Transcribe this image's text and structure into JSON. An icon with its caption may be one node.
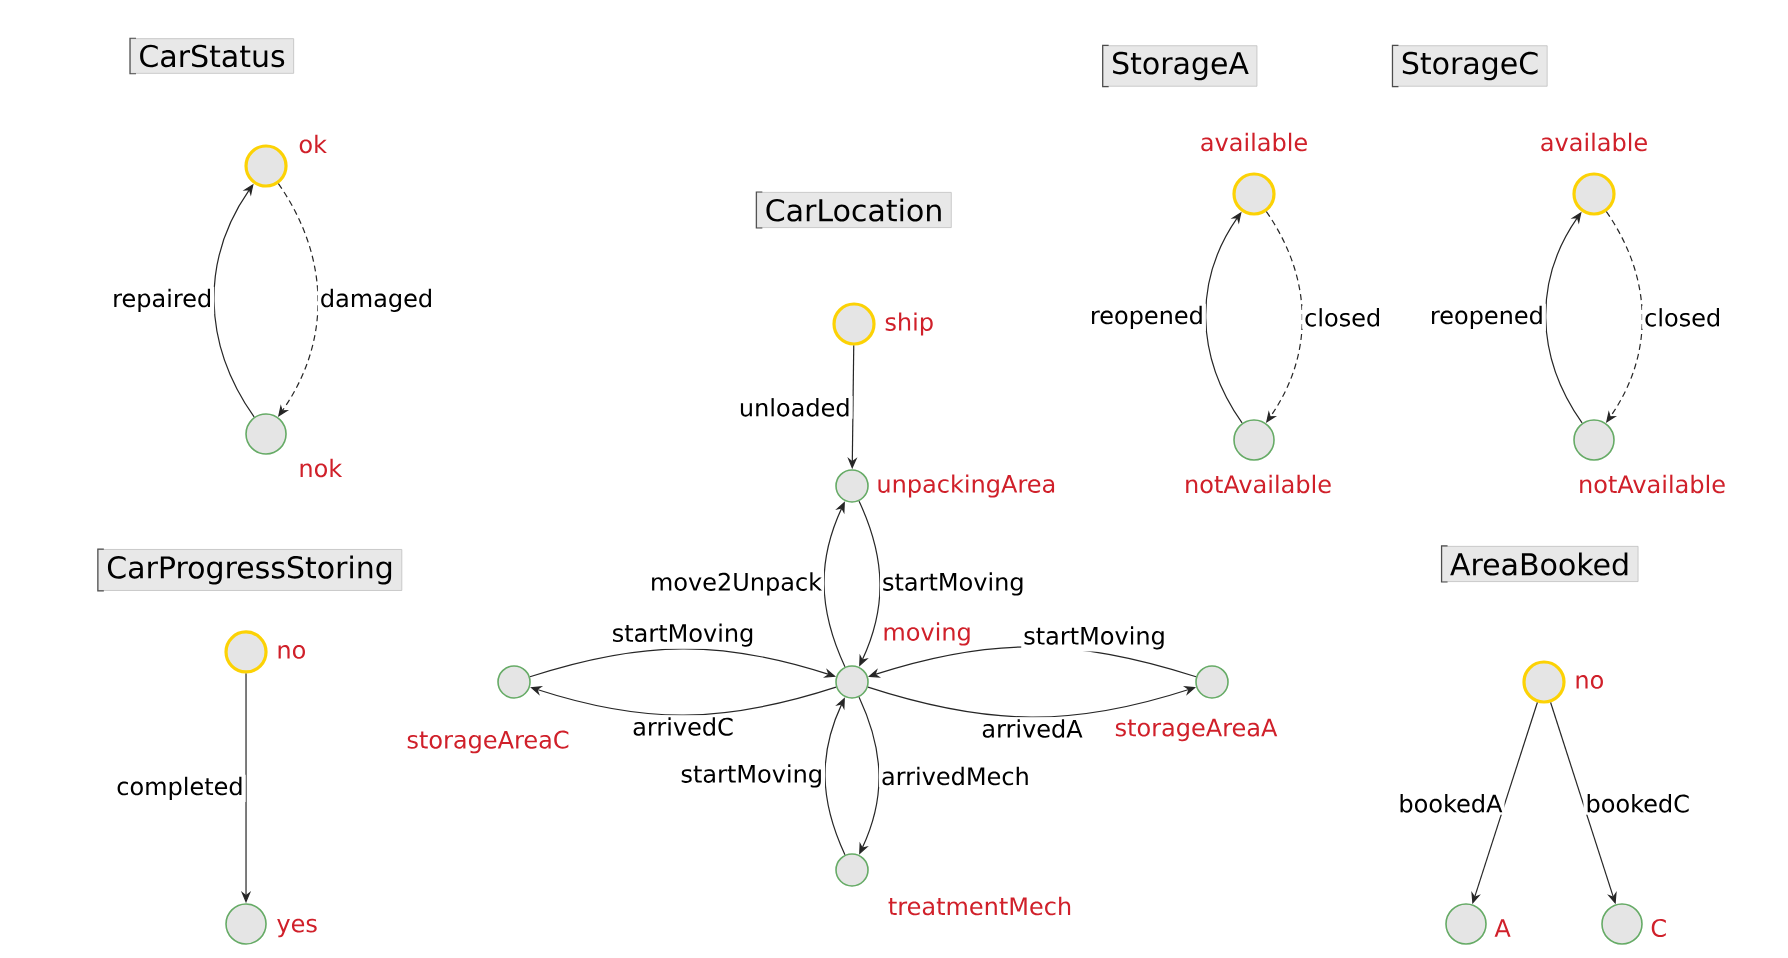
{
  "diagram": {
    "nodes": [
      {
        "text": [
          "CarStatus"
        ]
      },
      {
        "text": [],
        "shape": "circle",
        "beside": [
          "ok"
        ]
      },
      {
        "text": [],
        "shape": "circle",
        "beside": [
          "nok"
        ]
      },
      {
        "text": [
          "StorageA"
        ]
      },
      {
        "text": [
          "StorageC"
        ]
      },
      {
        "text": [
          "CarLocation"
        ]
      },
      {
        "text": [],
        "shape": "circle",
        "beside": [
          "ship"
        ]
      },
      {
        "text": [],
        "shape": "circle",
        "beside": [
          "available"
        ]
      },
      {
        "text": [],
        "shape": "circle",
        "beside": [
          "available"
        ]
      },
      {
        "text": [],
        "shape": "circle",
        "beside": [
          "unpackingArea"
        ]
      },
      {
        "text": [],
        "shape": "circle",
        "beside": [
          "notAvailable"
        ]
      },
      {
        "text": [],
        "shape": "circle",
        "beside": [
          "notAvailable"
        ]
      },
      {
        "text": [
          "CarProgressStoring"
        ]
      },
      {
        "text": [
          "AreaBooked"
        ]
      },
      {
        "text": [],
        "shape": "circle",
        "beside": [
          "no"
        ]
      },
      {
        "text": [],
        "shape": "circle",
        "beside": [
          "moving"
        ]
      },
      {
        "text": [],
        "shape": "circle",
        "beside": [
          "storageAreaC"
        ]
      },
      {
        "text": [],
        "shape": "circle",
        "beside": [
          "storageAreaA"
        ]
      },
      {
        "text": [],
        "shape": "circle",
        "beside": [
          "no"
        ]
      },
      {
        "text": [],
        "shape": "circle",
        "beside": [
          "treatmentMech"
        ]
      },
      {
        "text": [],
        "shape": "circle",
        "beside": [
          "yes"
        ]
      },
      {
        "text": [],
        "shape": "circle",
        "beside": [
          "A"
        ]
      },
      {
        "text": [],
        "shape": "circle",
        "beside": [
          "C"
        ]
      }
    ],
    "edges": [
      {
        "from": 1,
        "to": 2,
        "arrow": "to",
        "label": "damaged",
        "style": "dashed"
      },
      {
        "from": 2,
        "to": 1,
        "arrow": "to",
        "label": "repaired"
      },
      {
        "from": 6,
        "to": 9,
        "arrow": "to",
        "label": "unloaded"
      },
      {
        "from": 15,
        "to": 9,
        "arrow": "to",
        "label": "move2Unpack"
      },
      {
        "from": 9,
        "to": 15,
        "arrow": "to",
        "label": "startMoving"
      },
      {
        "from": 16,
        "to": 15,
        "arrow": "to",
        "label": "startMoving"
      },
      {
        "from": 15,
        "to": 16,
        "arrow": "to",
        "label": "arrivedC"
      },
      {
        "from": 17,
        "to": 15,
        "arrow": "to",
        "label": "startMoving"
      },
      {
        "from": 15,
        "to": 17,
        "arrow": "to",
        "label": "arrivedA"
      },
      {
        "from": 19,
        "to": 15,
        "arrow": "to",
        "label": "startMoving"
      },
      {
        "from": 15,
        "to": 19,
        "arrow": "to",
        "label": "arrivedMech"
      },
      {
        "from": 7,
        "to": 10,
        "arrow": "to",
        "label": "closed",
        "style": "dashed"
      },
      {
        "from": 10,
        "to": 7,
        "arrow": "to",
        "label": "reopened"
      },
      {
        "from": 8,
        "to": 11,
        "arrow": "to",
        "label": "closed",
        "style": "dashed"
      },
      {
        "from": 11,
        "to": 8,
        "arrow": "to",
        "label": "reopened"
      },
      {
        "from": 14,
        "to": 20,
        "arrow": "to",
        "label": "completed"
      },
      {
        "from": 18,
        "to": 21,
        "arrow": "to",
        "label": "bookedA"
      },
      {
        "from": 18,
        "to": 22,
        "arrow": "to",
        "label": "bookedC"
      }
    ]
  }
}
